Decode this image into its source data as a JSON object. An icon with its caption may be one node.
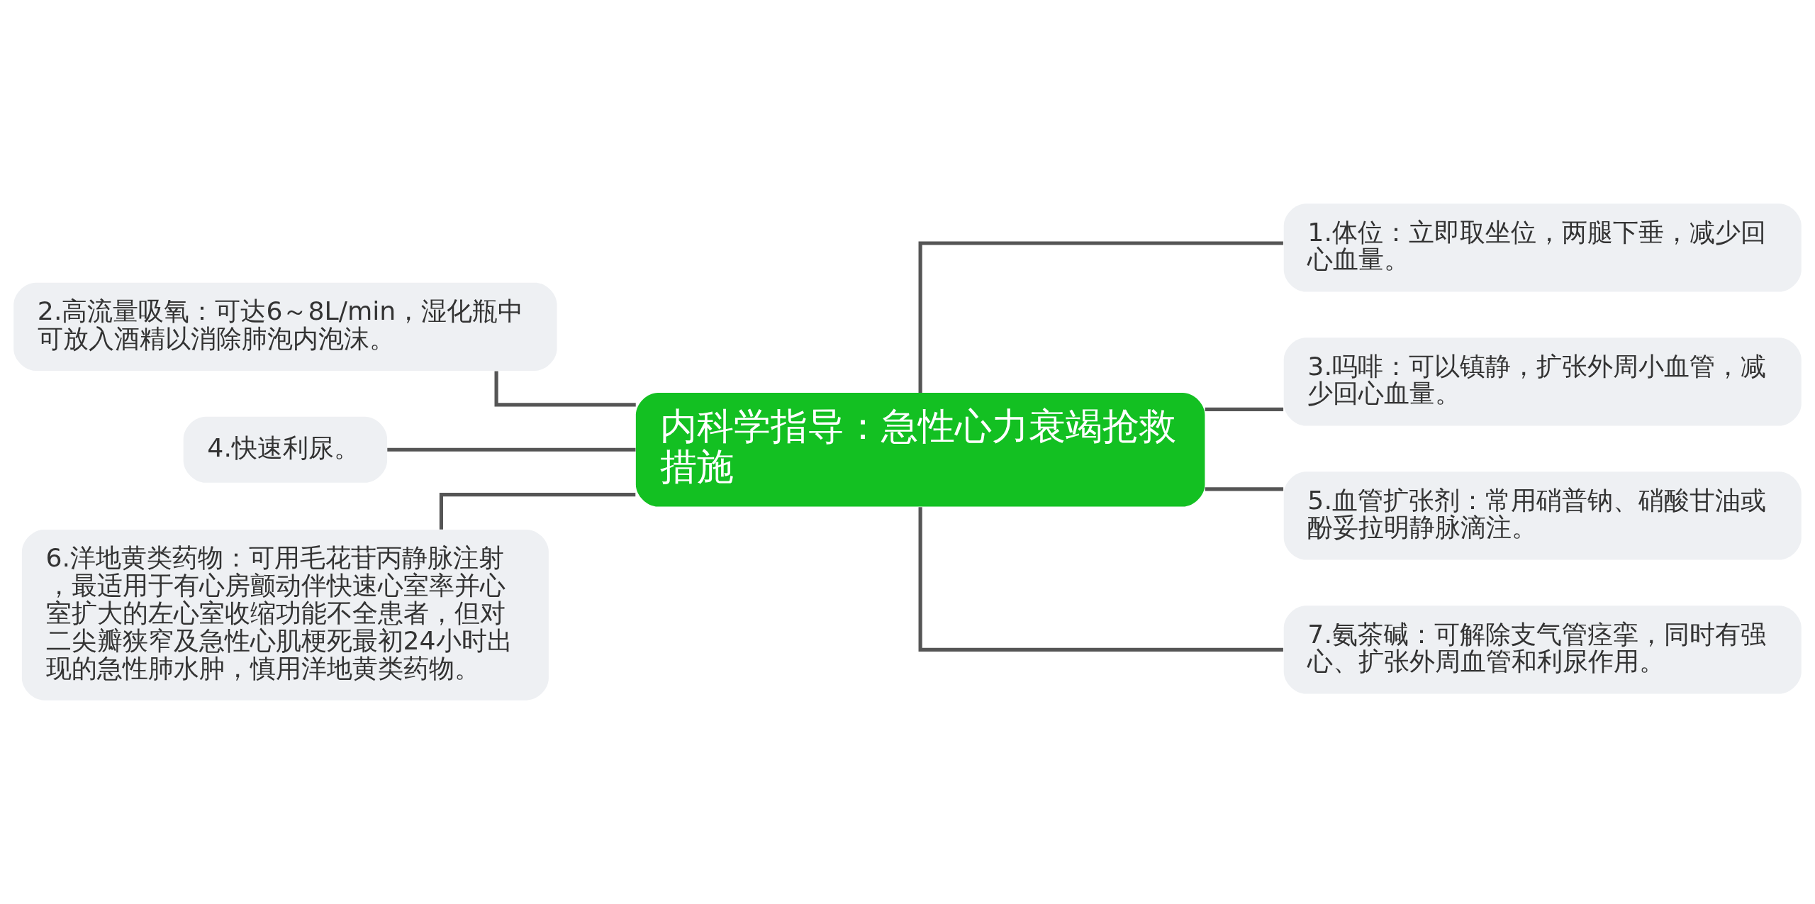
{
  "diagram": {
    "nodes": [
      {
        "text": [
          "内科学指导：急性心力衰竭抢救措施"
        ]
      },
      {
        "text": [
          "1.体位：立即取坐位，两腿下垂，减少回心血量。"
        ]
      },
      {
        "text": [
          "2.高流量吸氧：可达6～8L/min，湿化瓶中可放入酒精以消除肺泡内泡沫。"
        ]
      },
      {
        "text": [
          "3.吗啡：可以镇静，扩张外周小血管，减少回心血量。"
        ]
      },
      {
        "text": [
          "4.快速利尿。"
        ]
      },
      {
        "text": [
          "5.血管扩张剂：常用硝普钠、硝酸甘油或酚妥拉明静脉滴注。"
        ]
      },
      {
        "text": [
          "6.洋地黄类药物：可用毛花苷丙静脉注射，最适用于有心房颤动伴快速心室率并心室扩大的左心室收缩功能不全患者，但对二尖瓣狭窄及急性心肌梗死最初24小时出现的急性肺水肿，慎用洋地黄类药物。"
        ]
      },
      {
        "text": [
          "7.氨茶碱：可解除支气管痉挛，同时有强心、扩张外周血管和利尿作用。"
        ]
      }
    ],
    "edges": [
      {
        "from": 0,
        "to": 1,
        "arrow": "none"
      },
      {
        "from": 0,
        "to": 2,
        "arrow": "none"
      },
      {
        "from": 0,
        "to": 3,
        "arrow": "none"
      },
      {
        "from": 0,
        "to": 4,
        "arrow": "none"
      },
      {
        "from": 0,
        "to": 5,
        "arrow": "none"
      },
      {
        "from": 0,
        "to": 6,
        "arrow": "none"
      },
      {
        "from": 0,
        "to": 7,
        "arrow": "none"
      }
    ]
  }
}
